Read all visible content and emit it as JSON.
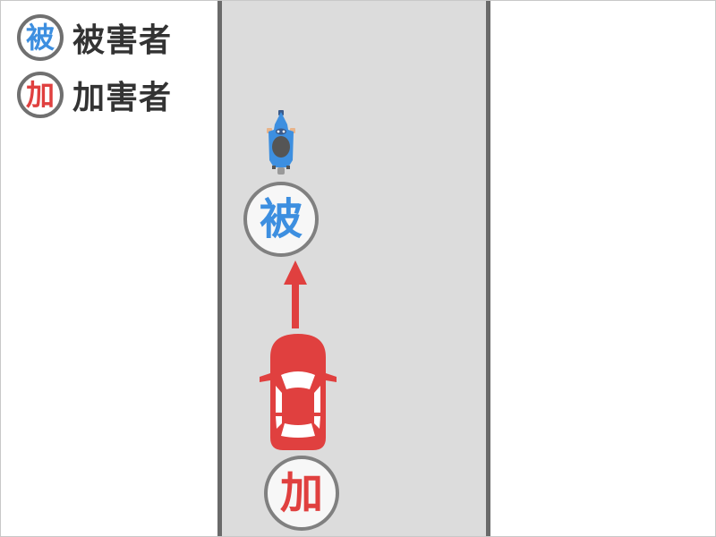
{
  "legend": {
    "items": [
      {
        "badge": "被",
        "label": "被害者",
        "color": "#3d8fe0"
      },
      {
        "badge": "加",
        "label": "加害者",
        "color": "#e0403f"
      }
    ]
  },
  "scene": {
    "road": {
      "color": "#dcdcdc",
      "edge_color": "#6a6a6a"
    },
    "victim": {
      "vehicle": "motorcycle",
      "badge": "被",
      "color": "#3d8fe0"
    },
    "offender": {
      "vehicle": "car",
      "badge": "加",
      "color": "#e0403f",
      "direction": "forward"
    },
    "arrow": {
      "color": "#e0403f",
      "direction": "up"
    }
  }
}
